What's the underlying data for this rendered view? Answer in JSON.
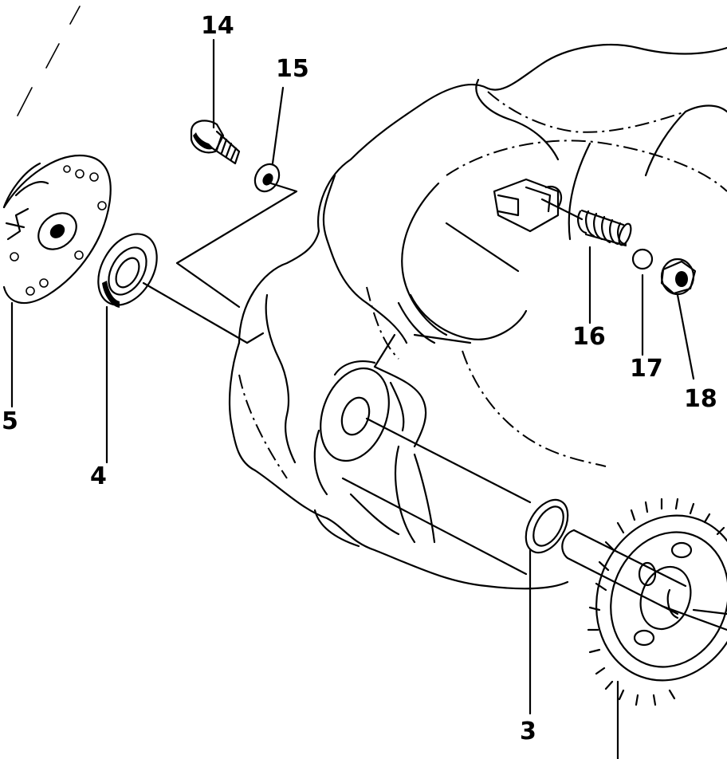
{
  "callouts": {
    "c3": "3",
    "c4": "4",
    "c5": "5",
    "c14": "14",
    "c15": "15",
    "c16": "16",
    "c17": "17",
    "c18": "18"
  }
}
